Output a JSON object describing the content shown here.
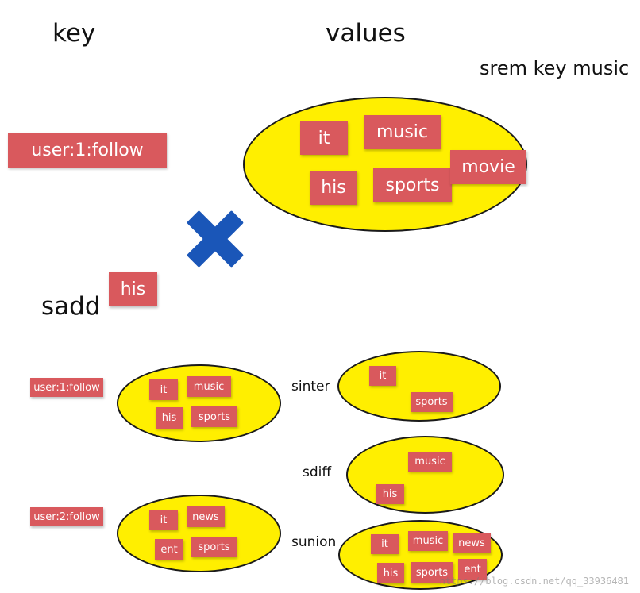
{
  "headings": {
    "key": "key",
    "values": "values",
    "srem": "srem key music",
    "sadd": "sadd"
  },
  "top": {
    "key_tag": "user:1:follow",
    "members": [
      "it",
      "music",
      "his",
      "sports",
      "movie"
    ],
    "added_member": "his",
    "removed_marker": "cross-icon"
  },
  "lower": {
    "key1": "user:1:follow",
    "key2": "user:2:follow",
    "set1": [
      "it",
      "music",
      "his",
      "sports"
    ],
    "set2": [
      "it",
      "news",
      "ent",
      "sports"
    ],
    "ops": {
      "sinter": {
        "label": "sinter",
        "members": [
          "it",
          "sports"
        ]
      },
      "sdiff": {
        "label": "sdiff",
        "members": [
          "music",
          "his"
        ]
      },
      "sunion": {
        "label": "sunion",
        "members": [
          "it",
          "music",
          "news",
          "his",
          "sports",
          "ent"
        ]
      }
    }
  },
  "colors": {
    "tag": "#d9595d",
    "set": "#ffef00",
    "cross": "#1a56b8"
  },
  "watermark": "https://blog.csdn.net/qq_33936481"
}
